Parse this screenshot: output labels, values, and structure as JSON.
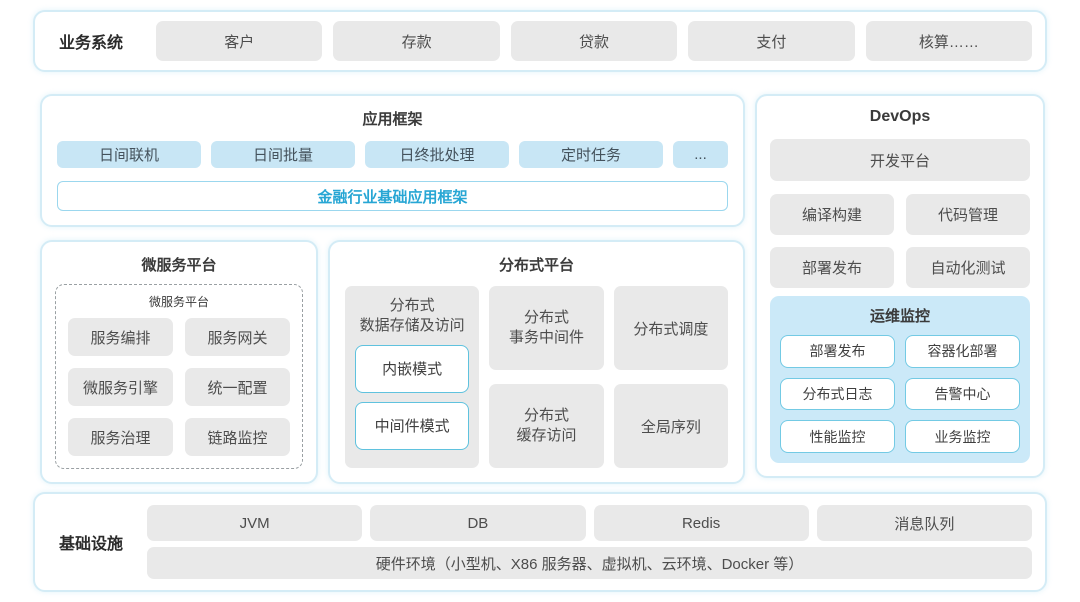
{
  "business_systems": {
    "label": "业务系统",
    "items": [
      "客户",
      "存款",
      "贷款",
      "支付",
      "核算……"
    ]
  },
  "app_framework": {
    "title": "应用框架",
    "modules": [
      "日间联机",
      "日间批量",
      "日终批处理",
      "定时任务",
      "..."
    ],
    "base_framework": "金融行业基础应用框架"
  },
  "microservice_platform": {
    "title": "微服务平台",
    "inner_label": "微服务平台",
    "items": [
      "服务编排",
      "服务网关",
      "微服务引擎",
      "统一配置",
      "服务治理",
      "链路监控"
    ]
  },
  "distributed_platform": {
    "title": "分布式平台",
    "storage": {
      "label": "分布式\n数据存储及访问",
      "modes": [
        "内嵌模式",
        "中间件模式"
      ]
    },
    "middle_cells": [
      "分布式\n事务中间件",
      "分布式\n缓存访问"
    ],
    "right_cells": [
      "分布式调度",
      "全局序列"
    ]
  },
  "devops": {
    "title": "DevOps",
    "platform": "开发平台",
    "tools": [
      "编译构建",
      "代码管理",
      "部署发布",
      "自动化测试"
    ],
    "monitoring": {
      "title": "运维监控",
      "items": [
        "部署发布",
        "容器化部署",
        "分布式日志",
        "告警中心",
        "性能监控",
        "业务监控"
      ]
    }
  },
  "infrastructure": {
    "label": "基础设施",
    "items": [
      "JVM",
      "DB",
      "Redis",
      "消息队列"
    ],
    "hardware": "硬件环境（小型机、X86 服务器、虚拟机、云环境、Docker 等）"
  },
  "colors": {
    "accent_blue": "#27a6d4",
    "container_border": "#d4ecf6",
    "box_gray": "#e9e9e9",
    "box_light_blue": "#c8e6f5",
    "monitor_panel_bg": "#cbe9f8",
    "outline_blue": "#5fc2de"
  }
}
